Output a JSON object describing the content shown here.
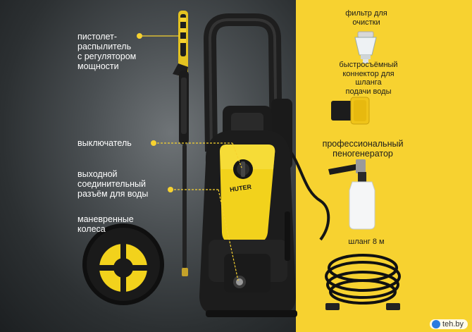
{
  "callouts_left": {
    "gun": "пистолет-\nраспылитель\nс регулятором\nмощности",
    "switch": "выключатель",
    "outlet": "выходной\nсоединительный\nразъём для воды",
    "wheels": "маневренные\nколеса"
  },
  "accessories": {
    "filter": "фильтр для\nочистки",
    "connector": "быстросъёмный\nконнектор для\nшланга\nподачи воды",
    "foam": "профессиональный\nпеногенератор",
    "hose": "шланг 8 м"
  },
  "device": {
    "brand": "HUTER"
  },
  "colors": {
    "accent": "#f7d230",
    "body": "#1c1c1c",
    "background": "#3b4043"
  },
  "watermark": "teh.by"
}
